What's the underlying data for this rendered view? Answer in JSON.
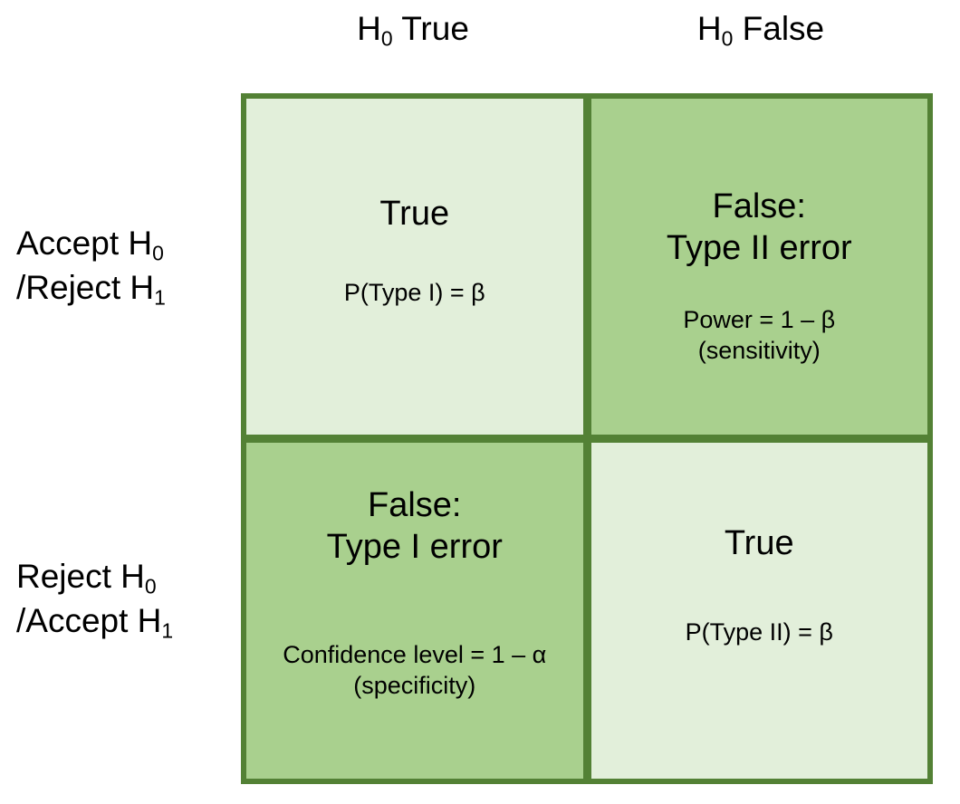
{
  "diagram": {
    "type": "confusion-matrix",
    "colors": {
      "border": "#538135",
      "cell_light": "#E2EFDA",
      "cell_medium": "#A9D08E",
      "text": "#000000",
      "background": "#FFFFFF"
    },
    "column_headers": [
      {
        "id": "h0-true",
        "text": "H0 True",
        "base": "H",
        "sub": "0",
        "rest": " True"
      },
      {
        "id": "h0-false",
        "text": "H0 False",
        "base": "H",
        "sub": "0",
        "rest": " False"
      }
    ],
    "row_headers": [
      {
        "id": "accept-h0-reject-h1",
        "text": "Accept H0 /Reject H1",
        "line1_base": "Accept H",
        "line1_sub": "0",
        "line2_base": "/Reject H",
        "line2_sub": "1"
      },
      {
        "id": "reject-h0-accept-h1",
        "text": "Reject H0 /Accept H1",
        "line1_base": "Reject H",
        "line1_sub": "0",
        "line2_base": "/Accept H",
        "line2_sub": "1"
      }
    ],
    "cells": [
      {
        "id": "cell-accept-h0true",
        "row": "Accept H0 /Reject H1",
        "column": "H0 True",
        "shade": "light",
        "title": "True",
        "sub": "P(Type I) = β"
      },
      {
        "id": "cell-accept-h0false",
        "row": "Accept H0 /Reject H1",
        "column": "H0 False",
        "shade": "medium",
        "title": "False:\nType II error",
        "sub": "Power = 1 – β\n(sensitivity)"
      },
      {
        "id": "cell-reject-h0true",
        "row": "Reject H0 /Accept H1",
        "column": "H0 True",
        "shade": "medium",
        "title": "False:\nType I error",
        "sub": "Confidence level = 1 – α\n(specificity)"
      },
      {
        "id": "cell-reject-h0false",
        "row": "Reject H0 /Accept H1",
        "column": "H0 False",
        "shade": "light",
        "title": "True",
        "sub": "P(Type II) = β"
      }
    ]
  }
}
